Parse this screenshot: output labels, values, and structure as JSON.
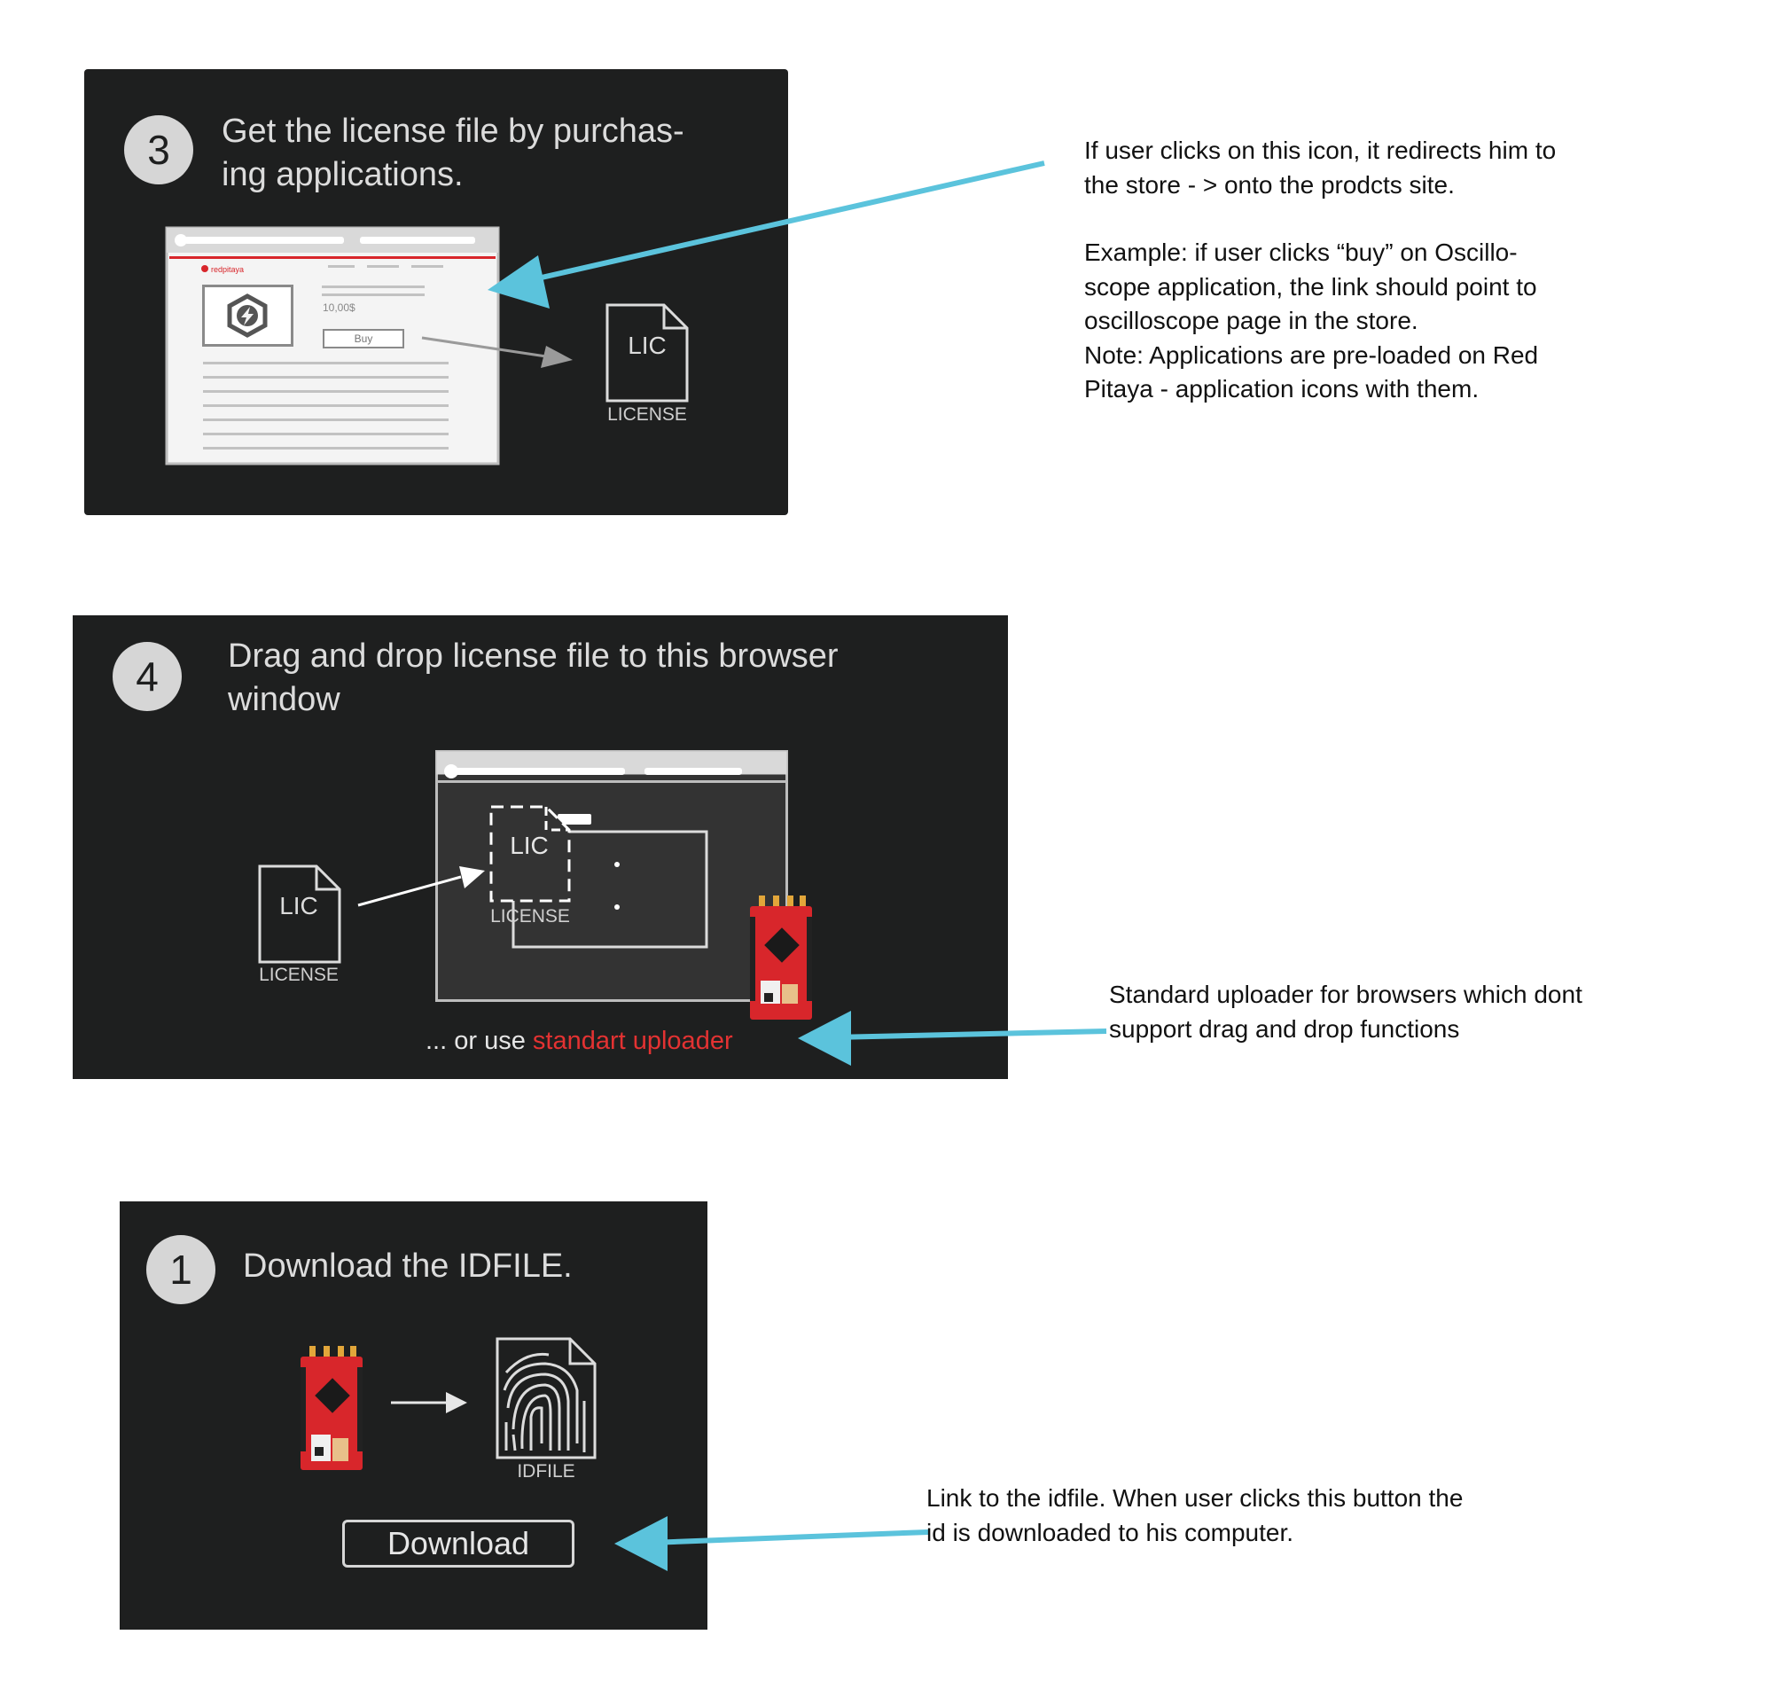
{
  "step3": {
    "number": "3",
    "title": "Get the license file by purchas-\ning applications.",
    "store_brand": "redpitaya",
    "price": "10,00$",
    "buy_label": "Buy",
    "file_icon_text": "LIC",
    "file_label": "LICENSE",
    "note": "If user clicks on this icon, it redirects him to\nthe store - > onto the prodcts site.",
    "note2": "Example: if user clicks “buy” on Oscillo-\nscope application, the link should point to\noscilloscope page in the store.\nNote: Applications are pre-loaded on Red\nPitaya - application icons with them."
  },
  "step4": {
    "number": "4",
    "title": "Drag and drop license file to this browser\nwindow",
    "file_icon_text": "LIC",
    "file_label": "LICENSE",
    "dragged_icon_text": "LIC",
    "dragged_label": "LICENSE",
    "uploader_prefix": "... or use ",
    "uploader_link": "standart uploader",
    "note": "Standard uploader for browsers which dont\nsupport drag and drop functions"
  },
  "step1": {
    "number": "1",
    "title": "Download the IDFILE.",
    "file_label": "IDFILE",
    "download_label": "Download",
    "note": "Link to the idfile. When user clicks this button the\nid is downloaded to his computer."
  },
  "colors": {
    "panel_bg": "#1e1f1f",
    "arrow_annotation": "#5bc3dc",
    "link_red": "#e33232",
    "board_red": "#d8262b"
  },
  "icons": {
    "store_app": "bolt-hex-icon",
    "license": "file-icon",
    "idfile": "fingerprint-file-icon",
    "device": "red-pitaya-board-icon"
  }
}
